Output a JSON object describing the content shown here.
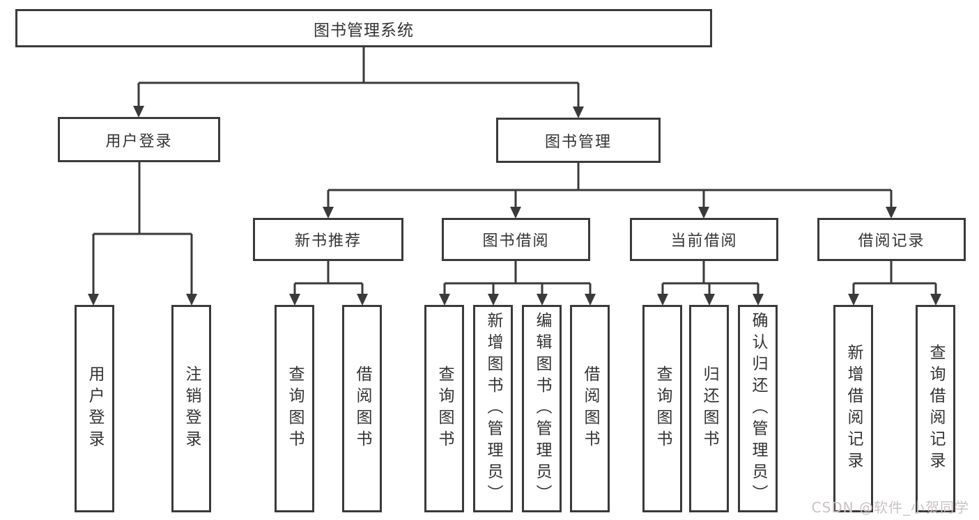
{
  "diagram": {
    "root": {
      "label": "图书管理系统"
    },
    "nodes": [
      {
        "label": "用户登录",
        "children": [
          {
            "label": "用户登录"
          },
          {
            "label": "注销登录"
          }
        ]
      },
      {
        "label": "图书管理",
        "children": [
          {
            "label": "新书推荐",
            "children": [
              {
                "label": "查询图书"
              },
              {
                "label": "借阅图书"
              }
            ]
          },
          {
            "label": "图书借阅",
            "children": [
              {
                "label": "查询图书"
              },
              {
                "label": "新增图书（管理员）"
              },
              {
                "label": "编辑图书（管理员）"
              },
              {
                "label": "借阅图书"
              }
            ]
          },
          {
            "label": "当前借阅",
            "children": [
              {
                "label": "查询图书"
              },
              {
                "label": "归还图书"
              },
              {
                "label": "确认归还（管理员）"
              }
            ]
          },
          {
            "label": "借阅记录",
            "children": [
              {
                "label": "新增借阅记录"
              },
              {
                "label": "查询借阅记录"
              }
            ]
          }
        ]
      }
    ]
  },
  "watermark": {
    "text": "CSDN @软件_小贺同学"
  },
  "colors": {
    "line": "#3a3a3a",
    "box_border": "#3a3a3a",
    "box_fill": "#ffffff",
    "background": "#ffffff",
    "text": "#333333",
    "watermark": "#cbc2c5"
  }
}
